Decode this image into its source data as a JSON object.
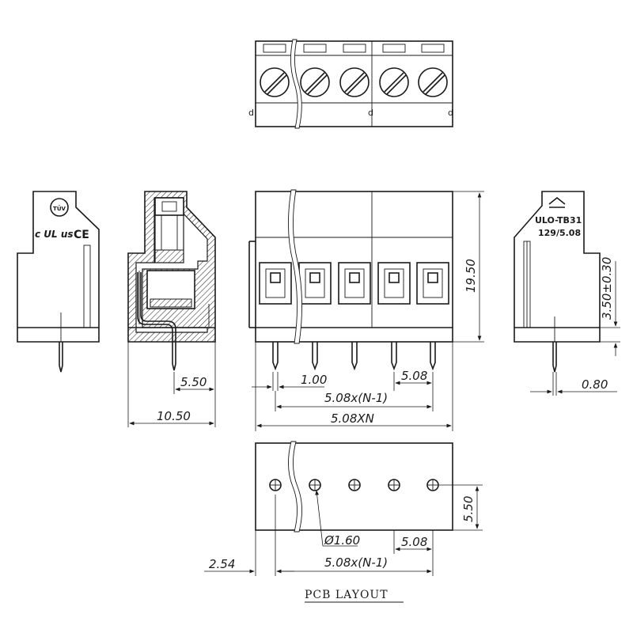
{
  "drawing": {
    "part_label": "ULO-TB31",
    "part_sublabel": "129/5.08",
    "logo_tuv": "TÜV",
    "logo_ul": "c UL us",
    "logo_ce": "CE",
    "dimensions": {
      "height": "19.50",
      "top_offset": "3.50±0.30",
      "pin_width": "0.80",
      "side_pin_offset": "5.50",
      "side_depth": "10.50",
      "pin_diameter_small": "1.00",
      "pitch": "5.08",
      "span_n_minus_1": "5.08x(N-1)",
      "span_total": "5.08XN",
      "pcb_row_offset": "5.50",
      "hole_diameter": "Ø1.60",
      "pcb_pitch": "5.08",
      "pcb_span": "5.08x(N-1)",
      "pcb_edge": "2.54"
    },
    "pcb_title": "PCB LAYOUT"
  }
}
